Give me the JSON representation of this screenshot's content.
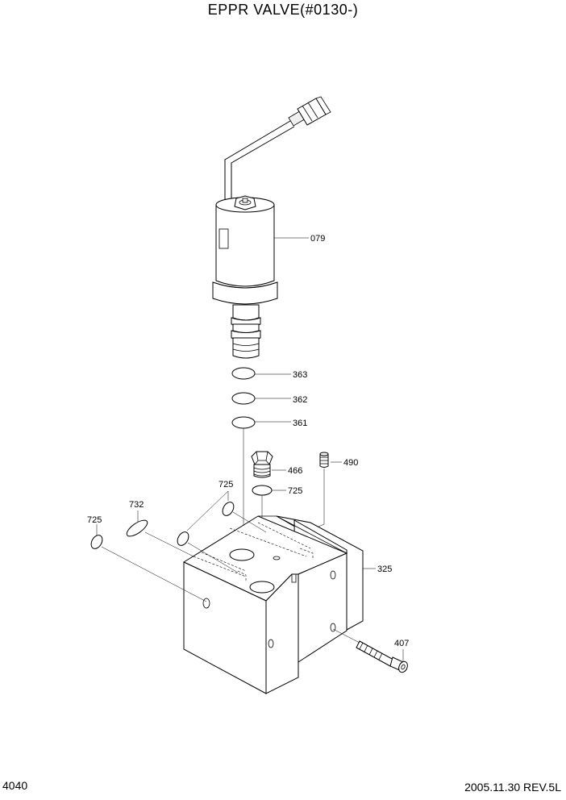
{
  "title": "EPPR VALVE(#0130-)",
  "page_number": "4040",
  "footer": "2005.11.30  REV.5L",
  "parts": [
    {
      "id": "p079",
      "label": "079"
    },
    {
      "id": "p363",
      "label": "363"
    },
    {
      "id": "p362",
      "label": "362"
    },
    {
      "id": "p361",
      "label": "361"
    },
    {
      "id": "p490",
      "label": "490"
    },
    {
      "id": "p466",
      "label": "466"
    },
    {
      "id": "p725a",
      "label": "725"
    },
    {
      "id": "p725b",
      "label": "725"
    },
    {
      "id": "p732",
      "label": "732"
    },
    {
      "id": "p725c",
      "label": "725"
    },
    {
      "id": "p325",
      "label": "325"
    },
    {
      "id": "p407",
      "label": "407"
    }
  ]
}
